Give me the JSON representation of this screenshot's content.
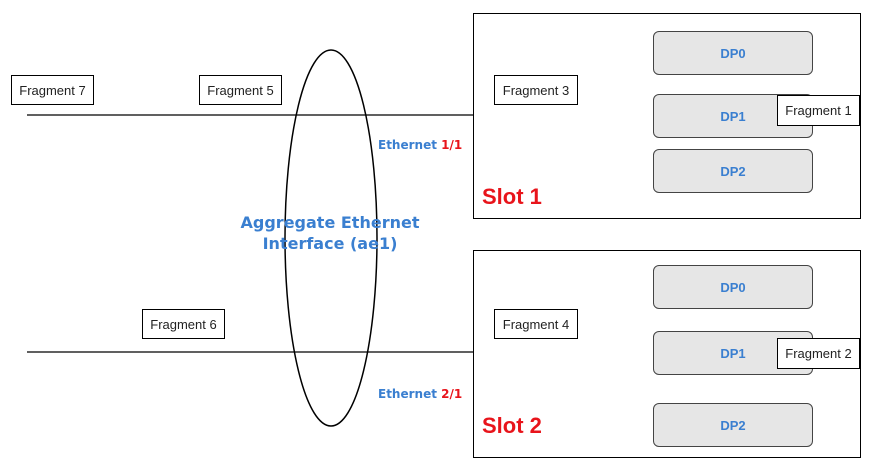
{
  "aggregate": {
    "line1": "Aggregate Ethernet",
    "line2": "Interface (ae1)"
  },
  "links": [
    {
      "label_prefix": "Ethernet",
      "label_port": "1/1"
    },
    {
      "label_prefix": "Ethernet",
      "label_port": "2/1"
    }
  ],
  "slots": [
    {
      "label": "Slot 1",
      "dps": [
        "DP0",
        "DP1",
        "DP2"
      ],
      "fragment_at_dp": "Fragment 1"
    },
    {
      "label": "Slot 2",
      "dps": [
        "DP0",
        "DP1",
        "DP2"
      ],
      "fragment_at_dp": "Fragment 2"
    }
  ],
  "fragments_in_transit": {
    "top": [
      "Fragment 7",
      "Fragment 5",
      "Fragment 3"
    ],
    "bottom": [
      "Fragment 6",
      "Fragment 4"
    ]
  },
  "colors": {
    "accent_blue": "#3a7fd0",
    "accent_red": "#e8141b",
    "dp_fill": "#e6e6e6"
  }
}
